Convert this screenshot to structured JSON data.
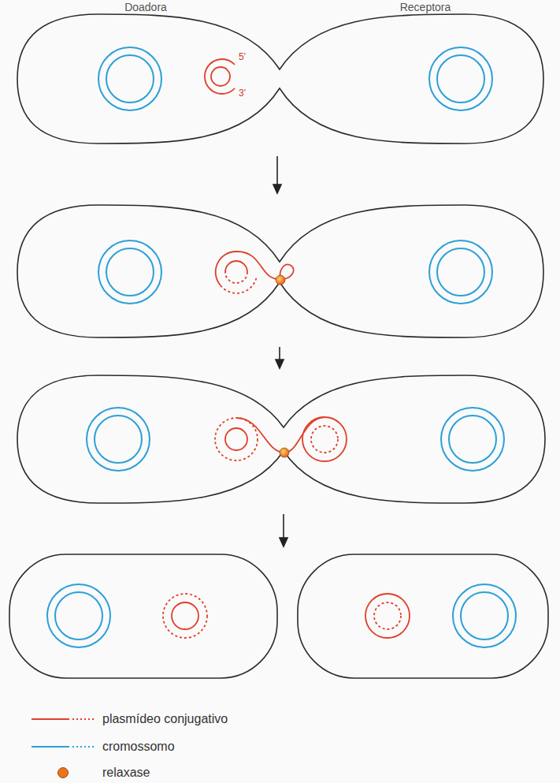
{
  "diagram": {
    "labels": [
      "Doadora",
      "Receptora",
      "5'",
      "3'"
    ],
    "legend": [
      {
        "text": "plasmídeo conjugativo"
      },
      {
        "text": "cromossomo"
      },
      {
        "text": "relaxase",
        "color": "#e8741c"
      }
    ]
  }
}
